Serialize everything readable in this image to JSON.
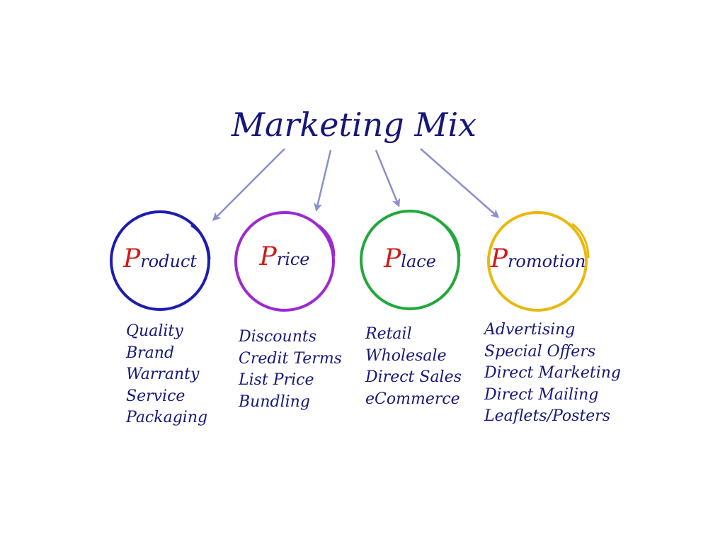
{
  "title": "Marketing Mix",
  "colors": {
    "text": "#17177a",
    "initial": "#d11a1a",
    "arrow": "#8a8fcc",
    "product_ring": "#1d1db0",
    "price_ring": "#9b2ad1",
    "place_ring": "#22a83a",
    "promotion_ring": "#e8b90e"
  },
  "nodes": [
    {
      "initial": "P",
      "rest": "roduct",
      "items": [
        "Quality",
        "Brand",
        "Warranty",
        "Service",
        "Packaging"
      ]
    },
    {
      "initial": "P",
      "rest": "rice",
      "items": [
        "Discounts",
        "Credit Terms",
        "List Price",
        "Bundling"
      ]
    },
    {
      "initial": "P",
      "rest": "lace",
      "items": [
        "Retail",
        "Wholesale",
        "Direct Sales",
        "eCommerce"
      ]
    },
    {
      "initial": "P",
      "rest": "romotion",
      "items": [
        "Advertising",
        "Special Offers",
        "Direct Marketing",
        "Direct Mailing",
        "Leaflets/Posters"
      ]
    }
  ]
}
